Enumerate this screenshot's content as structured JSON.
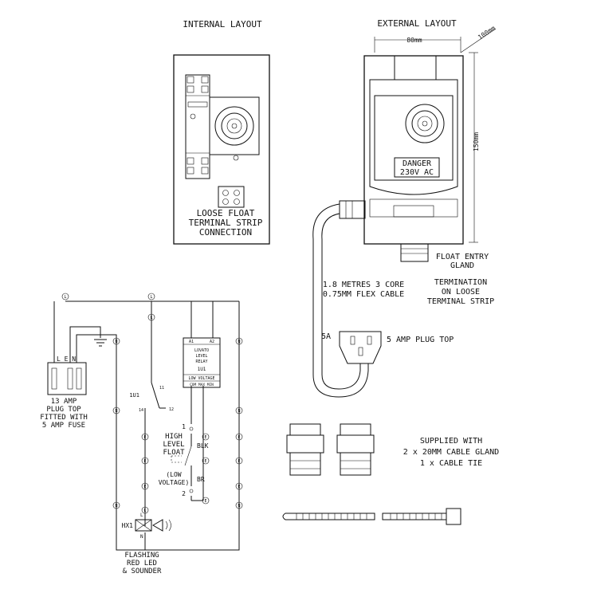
{
  "internal_layout": {
    "title": "INTERNAL LAYOUT",
    "strip_label_1": "LOOSE FLOAT",
    "strip_label_2": "TERMINAL STRIP",
    "strip_label_3": "CONNECTION"
  },
  "external_layout": {
    "title": "EXTERNAL LAYOUT",
    "dim_width": "80mm",
    "dim_depth": "100mm",
    "dim_height": "150mm",
    "danger_1": "DANGER",
    "danger_2": "230V AC",
    "gland_1": "FLOAT ENTRY",
    "gland_2": "GLAND",
    "term_1": "TERMINATION",
    "term_2": "ON LOOSE",
    "term_3": "TERMINAL STRIP",
    "cable_1": "1.8 METRES 3 CORE",
    "cable_2": "0.75MM FLEX CABLE",
    "plug_rating": "5A",
    "plug_label": "5 AMP PLUG TOP"
  },
  "supplied": {
    "line_1": "SUPPLIED WITH",
    "line_2": "2 x 20MM CABLE GLAND",
    "line_3": "1 x CABLE TIE"
  },
  "schematic": {
    "plug_letters": "L E N",
    "plug_1": "13 AMP",
    "plug_2": "PLUG TOP",
    "plug_3": "FITTED WITH",
    "plug_4": "5 AMP FUSE",
    "relay_ref": "1U1",
    "relay_11": "11",
    "relay_14": "14",
    "relay_12": "12",
    "relay_a1": "A1",
    "relay_a2": "A2",
    "relay_name_1": "LOVATO",
    "relay_name_2": "LEVEL",
    "relay_name_3": "RELAY",
    "relay_id": "1U1",
    "relay_lv": "LOW VOLTAGE",
    "relay_pins": "COM MAX MIN",
    "float_1": "HIGH",
    "float_2": "LEVEL",
    "float_3": "FLOAT",
    "float_lv_1": "(LOW",
    "float_lv_2": "VOLTAGE)",
    "wire_blk": "BLK",
    "wire_br": "BR",
    "num_1": "1",
    "num_2": "2",
    "hx_ref": "HX1",
    "hx_l": "L",
    "hx_n": "N",
    "sounder_1": "FLASHING",
    "sounder_2": "RED LED",
    "sounder_3": "& SOUNDER",
    "tag_l": "L",
    "tag_n": "N",
    "tag_e": "E"
  }
}
